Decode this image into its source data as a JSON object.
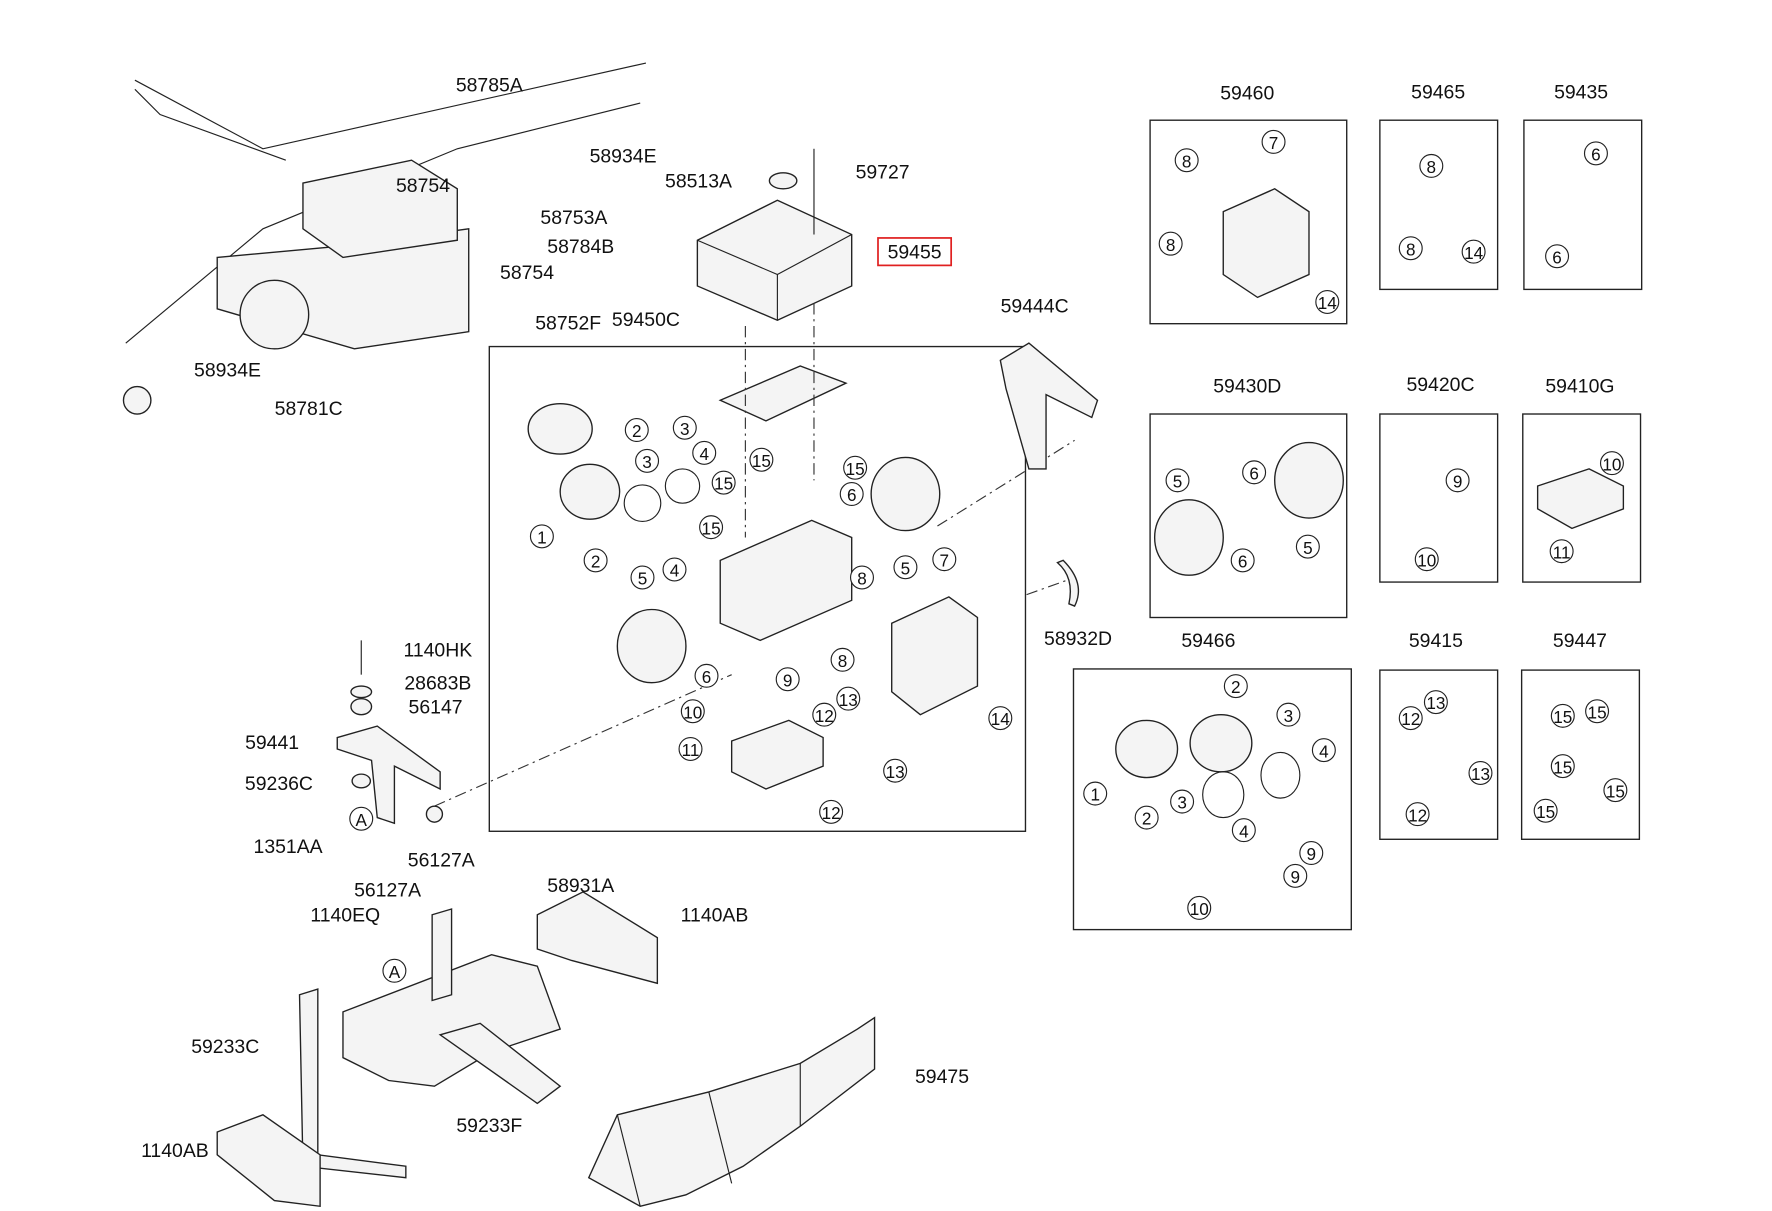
{
  "highlight_color": "#e02020",
  "highlighted_part": "59455",
  "left_assembly_labels": [
    "58785A",
    "58934E",
    "58754",
    "58753A",
    "58784B",
    "58754",
    "58752F",
    "58934E",
    "58781C"
  ],
  "center_labels": [
    "58513A",
    "59727",
    "59455",
    "59450C",
    "59444C",
    "58932D"
  ],
  "center_callouts": [
    "2",
    "3",
    "4",
    "3",
    "15",
    "15",
    "15",
    "6",
    "1",
    "15",
    "2",
    "4",
    "5",
    "7",
    "8",
    "5",
    "6",
    "9",
    "8",
    "10",
    "13",
    "12",
    "11",
    "13",
    "12",
    "14"
  ],
  "bracket_labels": [
    "1140HK",
    "28683B",
    "56147",
    "59441",
    "59236C",
    "A",
    "1351AA",
    "56127A",
    "56127A",
    "1140EQ"
  ],
  "bottom_labels": [
    "58931A",
    "1140AB",
    "A",
    "59233C",
    "59233F",
    "59475",
    "1140AB"
  ],
  "kits": [
    {
      "title": "59460",
      "callouts": [
        "8",
        "7",
        "8",
        "14"
      ]
    },
    {
      "title": "59465",
      "callouts": [
        "8",
        "8",
        "14"
      ]
    },
    {
      "title": "59435",
      "callouts": [
        "6",
        "6"
      ]
    },
    {
      "title": "59430D",
      "callouts": [
        "5",
        "6",
        "6",
        "5"
      ]
    },
    {
      "title": "59420C",
      "callouts": [
        "9",
        "10"
      ]
    },
    {
      "title": "59410G",
      "callouts": [
        "10",
        "11"
      ]
    },
    {
      "title": "59466",
      "callouts": [
        "2",
        "3",
        "4",
        "1",
        "2",
        "3",
        "4",
        "9",
        "9",
        "10"
      ]
    },
    {
      "title": "59415",
      "callouts": [
        "13",
        "12",
        "13",
        "12"
      ]
    },
    {
      "title": "59447",
      "callouts": [
        "15",
        "15",
        "15",
        "15",
        "15"
      ]
    }
  ]
}
